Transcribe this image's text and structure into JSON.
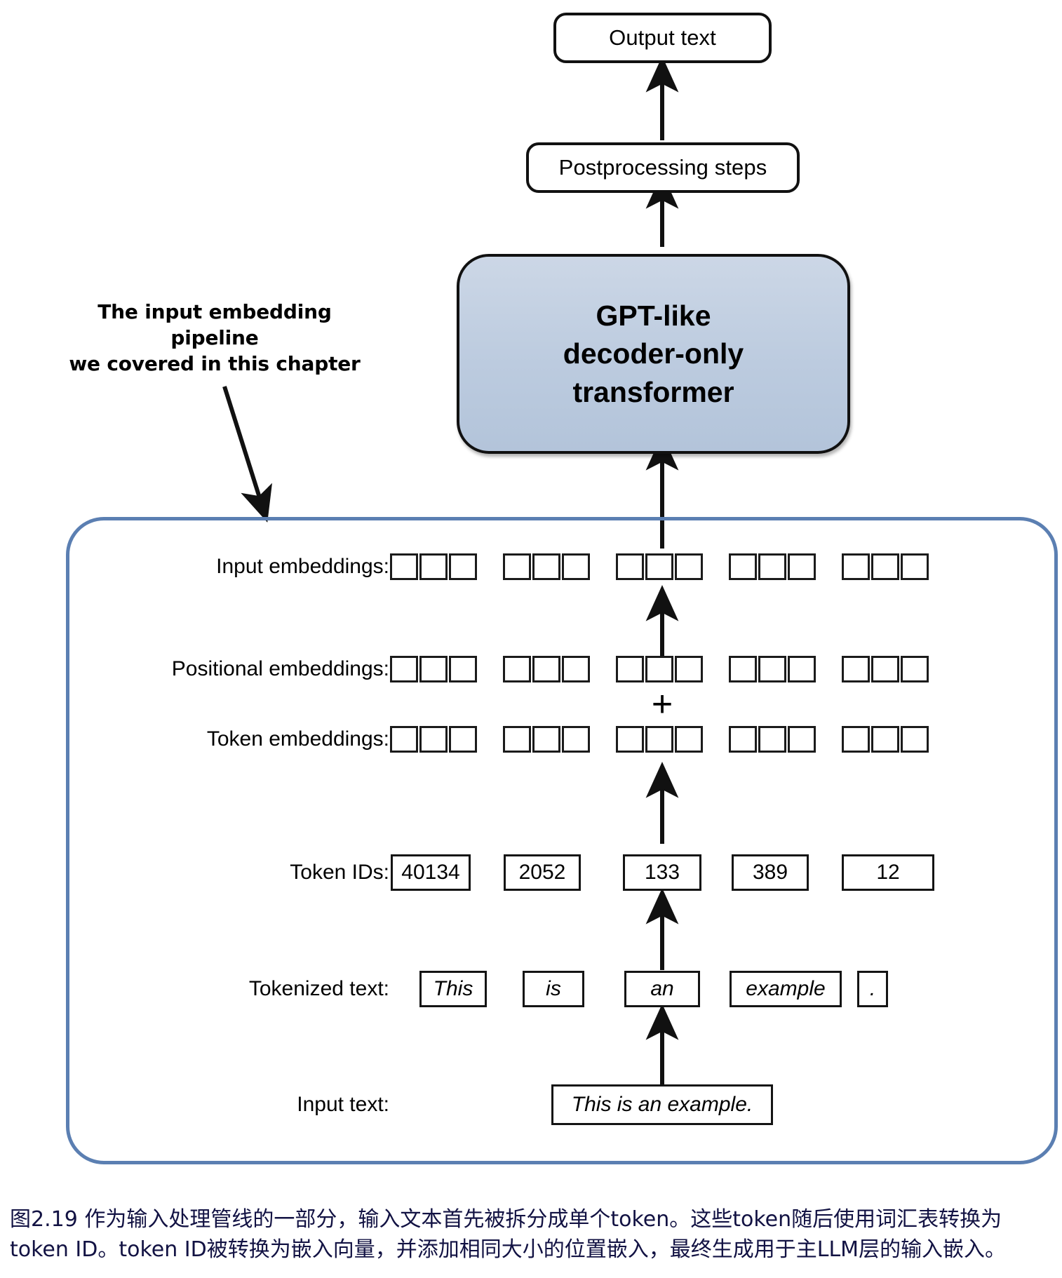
{
  "diagram": {
    "title_caption": "图2.19 作为输入处理管线的一部分，输入文本首先被拆分成单个token。这些token随后使用词汇表转换为token ID。token ID被转换为嵌入向量，并添加相同大小的位置嵌入，最终生成用于主LLM层的输入嵌入。",
    "nodes": {
      "output_text": "Output text",
      "postprocessing": "Postprocessing steps",
      "transformer_line1": "GPT-like",
      "transformer_line2": "decoder-only",
      "transformer_line3": "transformer"
    },
    "annotation": {
      "line1": "The input embedding pipeline",
      "line2": "we covered in this chapter"
    },
    "row_labels": {
      "input_embeddings": "Input embeddings:",
      "positional_embeddings": "Positional embeddings:",
      "token_embeddings": "Token embeddings:",
      "token_ids": "Token IDs:",
      "tokenized_text": "Tokenized text:",
      "input_text": "Input text:"
    },
    "operator_plus": "+",
    "token_ids": [
      "40134",
      "2052",
      "133",
      "389",
      "12"
    ],
    "tokenized_text": [
      "This",
      "is",
      "an",
      "example",
      "."
    ],
    "input_text_value": "This is an example.",
    "embedding_groups": 5,
    "embedding_cells_per_group": 3,
    "colors": {
      "transformer_fill": "#bccbdf",
      "panel_border": "#5b7fb2",
      "stroke": "#111111",
      "caption_text": "#121243"
    }
  }
}
